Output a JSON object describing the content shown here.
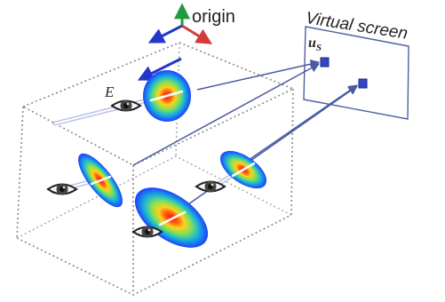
{
  "labels": {
    "origin": "origin",
    "virtual_screen": "Virtual screen",
    "eye_point": "E",
    "screen_point": "u",
    "screen_point_sub": "S"
  },
  "colors": {
    "box_edge": "#8a8a8a",
    "projection_line": "#4a5aa0",
    "screen_pixel": "#2f49c8",
    "axis_green": "#1f9a3c",
    "axis_red": "#d23c3c",
    "axis_blue": "#2437c8",
    "ray_white": "#ffffff"
  },
  "icons": [
    "eye-icon",
    "axis-origin-icon",
    "gaussian-splat-icon"
  ]
}
